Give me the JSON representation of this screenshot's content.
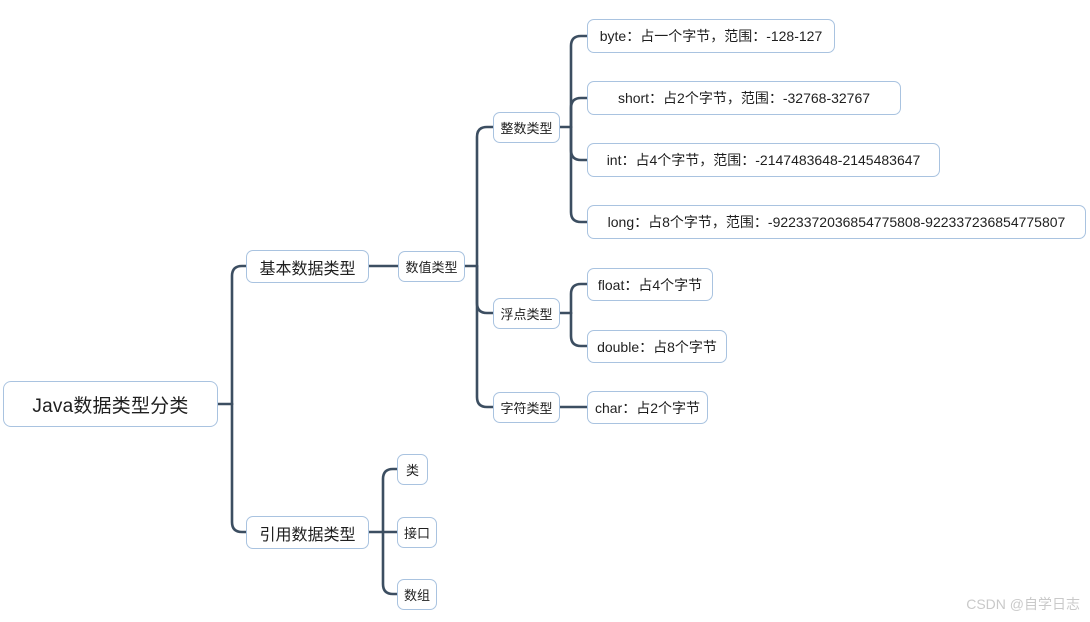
{
  "diagram": {
    "title": "Java数据类型分类",
    "watermark": "CSDN @自学日志",
    "colors": {
      "node_border": "#a9c3e0",
      "node_fill": "#ffffff",
      "link": "#3c4e61",
      "text": "#1f1f1f",
      "background": "#ffffff",
      "watermark": "#c9c9c9"
    },
    "root": {
      "label": "Java数据类型分类"
    },
    "branches": [
      {
        "label": "基本数据类型",
        "children": [
          {
            "label": "数值类型",
            "children": [
              {
                "label": "整数类型",
                "children": [
                  {
                    "label": "byte：占一个字节，范围：-128-127"
                  },
                  {
                    "label": "short：占2个字节，范围：-32768-32767"
                  },
                  {
                    "label": "int：占4个字节，范围：-2147483648-2145483647"
                  },
                  {
                    "label": "long：占8个字节，范围：-9223372036854775808-922337236854775807"
                  }
                ]
              },
              {
                "label": "浮点类型",
                "children": [
                  {
                    "label": "float：占4个字节"
                  },
                  {
                    "label": "double：占8个字节"
                  }
                ]
              },
              {
                "label": "字符类型",
                "children": [
                  {
                    "label": "char：占2个字节"
                  }
                ]
              }
            ]
          }
        ]
      },
      {
        "label": "引用数据类型",
        "children": [
          {
            "label": "类"
          },
          {
            "label": "接口"
          },
          {
            "label": "数组"
          }
        ]
      }
    ]
  }
}
